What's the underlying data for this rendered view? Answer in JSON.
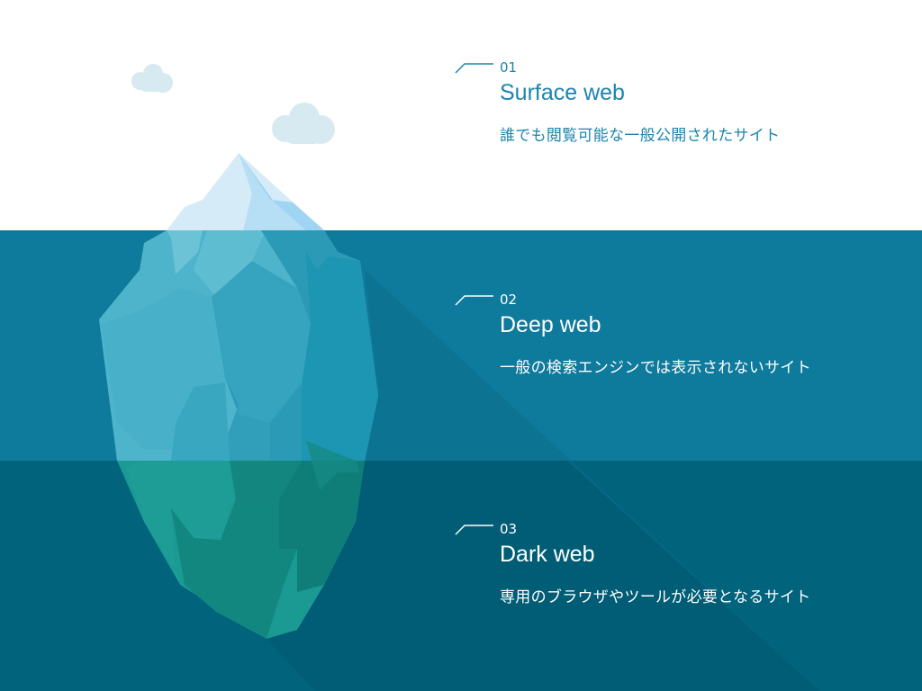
{
  "layers": [
    {
      "number": "01",
      "title": "Surface web",
      "description": "誰でも閲覧可能な一般公開されたサイト",
      "text_color": "#1d84ad",
      "band_color": "#ffffff"
    },
    {
      "number": "02",
      "title": "Deep web",
      "description": "一般の検索エンジンでは表示されないサイト",
      "text_color": "#ffffff",
      "band_color": "#0e7a9c"
    },
    {
      "number": "03",
      "title": "Dark web",
      "description": "専用のブラウザやツールが必要となるサイト",
      "text_color": "#ffffff",
      "band_color": "#01637c"
    }
  ],
  "illustration": {
    "subject": "iceberg",
    "clouds": 2,
    "colors": {
      "ice_top_light": "#d6ebf8",
      "ice_top_mid": "#b6def5",
      "ice_top_dark": "#9fd4f2",
      "cloud": "#d7e9f1",
      "shadow_deep": "#0b6d8c",
      "shadow_dark": "#005a70"
    }
  }
}
